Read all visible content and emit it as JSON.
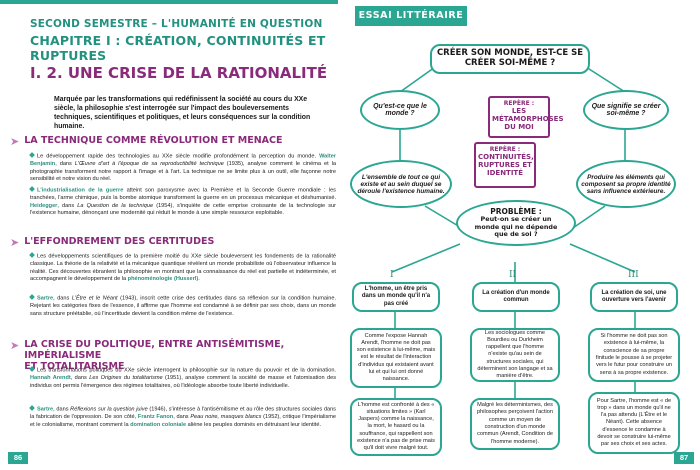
{
  "left": {
    "semester": "SECOND SEMESTRE – L'HUMANITÉ EN QUESTION",
    "chapter": "CHAPITRE I : CRÉATION, CONTINUITÉS ET RUPTURES",
    "section": "I. 2. UNE CRISE DE LA RATIONALITÉ",
    "intro": "Marquée par les transformations qui redéfinissent la société au cours du XXe siècle, la philosophie s'est interrogée sur l'impact des bouleversements techniques, scientifiques et politiques, et leurs conséquences sur la condition humaine.",
    "sub1": "LA TECHNIQUE COMME RÉVOLUTION ET MENACE",
    "p1a": "Le développement rapide des technologies au XXe siècle modifie profondément la perception du monde.",
    "p1_benjamin": "Walter Benjamin",
    "p1b": ", dans ",
    "p1_book1": "L'Œuvre d'art à l'époque de sa reproductibilité technique",
    "p1c": " (1935), analyse comment le cinéma et la photographie transforment notre rapport à l'image et à l'art. La technique ne se limite plus à un outil, elle façonne notre sensibilité et notre vision du réel.",
    "p2_kw": "L'industrialisation de la guerre",
    "p2a": " atteint son paroxysme avec la Première et la Seconde Guerre mondiale : les tranchées, l'arme chimique, puis la bombe atomique transforment la guerre en un processus mécanique et déshumanisé.",
    "p2_heidegger": "Heidegger",
    "p2b": ", dans ",
    "p2_book": "La Question de la technique",
    "p2c": " (1954), s'inquiète de cette emprise croissante de la technologie sur l'existence humaine, dénonçant une modernité qui réduit le monde à une simple ressource exploitable.",
    "sub2": "L'EFFONDREMENT DES CERTITUDES",
    "p3a": "Les développements scientifiques de la première moitié du XXe siècle bouleversent les fondements de la rationalité classique. La théorie de la relativité et la mécanique quantique révèlent un monde probabiliste où l'observateur influence la réalité. Ces découvertes ébranlent la philosophie en montrant que la connaissance du réel est partielle et indéterminée, et accompagnent le développement de la ",
    "p3_kw": "phénoménologie (Husserl)",
    "p3b": ".",
    "p4_sartre": "Sartre",
    "p4a": ", dans ",
    "p4_book": "L'Être et le Néant",
    "p4b": " (1943), inscrit cette crise des certitudes dans sa réflexion sur la condition humaine. Rejetant les catégories fixes de l'essence, il affirme que l'homme est condamné à se définir par ses choix, dans un monde sans structure préétablie, où l'incertitude devient la condition même de l'existence.",
    "sub3a": "LA CRISE DU POLITIQUE, ENTRE ANTISÉMITISME, IMPÉRIALISME",
    "sub3b": "ET TOTALITARISME",
    "p5a": "Les transformations politiques du XXe siècle interrogent la philosophie sur la nature du pouvoir et de la domination.",
    "p5_arendt": "Hannah Arendt",
    "p5b": ", dans ",
    "p5_book": "Les Origines du totalitarisme",
    "p5c": " (1951), analyse comment la société de masse et l'atomisation des individus ont permis l'émergence des régimes totalitaires, où l'idéologie absorbe toute liberté individuelle.",
    "p6_sartre": "Sartre",
    "p6a": ", dans ",
    "p6_book": "Réflexions sur la question juive",
    "p6b": " (1946), s'intéresse à l'antisémitisme et au rôle des structures sociales dans la fabrication de l'oppression. De son côté,",
    "p6_fanon": "Frantz Fanon",
    "p6c": ", dans ",
    "p6_book2": "Peau noire, masques blancs",
    "p6d": " (1952), critique l'impérialisme et le colonialisme, montrant comment la ",
    "p6_kw": "domination coloniale",
    "p6e": " aliène les peuples dominés en détruisant leur identité.",
    "page_number": "86"
  },
  "right": {
    "tab": "ESSAI LITTÉRAIRE",
    "main_question": "CRÉER SON MONDE, EST-CE SE CRÉER SOI-MÊME ?",
    "q_left": "Qu'est-ce que le monde ?",
    "q_right": "Que signifie se créer soi-même ?",
    "repere_key": "REPÈRE :",
    "repere1": "LES MÉTAMORPHOSES DU MOI",
    "repere2": "CONTINUITÉS, RUPTURES ET IDENTITÉ",
    "def_left": "L'ensemble de tout ce qui existe et au sein duquel se déroule l'existence humaine.",
    "def_right": "Produire les éléments qui composent sa propre identité sans influence extérieure.",
    "problem_key": "PROBLÈME :",
    "problem": "Peut-on se créer un monde qui ne dépende que de soi ?",
    "roman1": "I",
    "roman2": "II",
    "roman3": "III",
    "part1": "L'homme, un être pris dans un monde qu'il n'a pas créé",
    "part2": "La création d'un monde commun",
    "part3": "La création de soi, une ouverture vers l'avenir",
    "a1": "Comme l'expose Hannah Arendt, l'homme ne doit pas son existence à lui-même, mais est le résultat de l'interaction d'individus qui existaient avant lui et qui lui ont donné naissance.",
    "a2": "Les sociologues comme Bourdieu ou Durkheim rappellent que l'homme n'existe qu'au sein de structures sociales, qui déterminent son langage et sa manière d'être.",
    "a3": "Si l'homme ne doit pas son existence à lui-même, la conscience de sa propre finitude le pousse à se projeter vers le futur pour construire un sens à sa propre existence.",
    "b1": "L'homme est confronté à des « situations limites » (Karl Jaspers) comme la naissance, la mort, le hasard ou la souffrance, qui rappellent son existence n'a pas de prise mais qu'il doit vivre malgré tout.",
    "b2": "Malgré les déterminismes, des philosophes perçoivent l'action comme un moyen de construction d'un monde commun (Arendt, Condition de l'homme moderne).",
    "b3": "Pour Sartre, l'homme est « de trop » dans un monde qu'il ne l'a pas attendu (L'Être et le Néant). Cette absence d'essence le condamne à devoir se construire lui-même par ses choix et ses actes.",
    "page_number": "87"
  },
  "colors": {
    "teal": "#2aa692",
    "purple": "#8a2a7a"
  }
}
